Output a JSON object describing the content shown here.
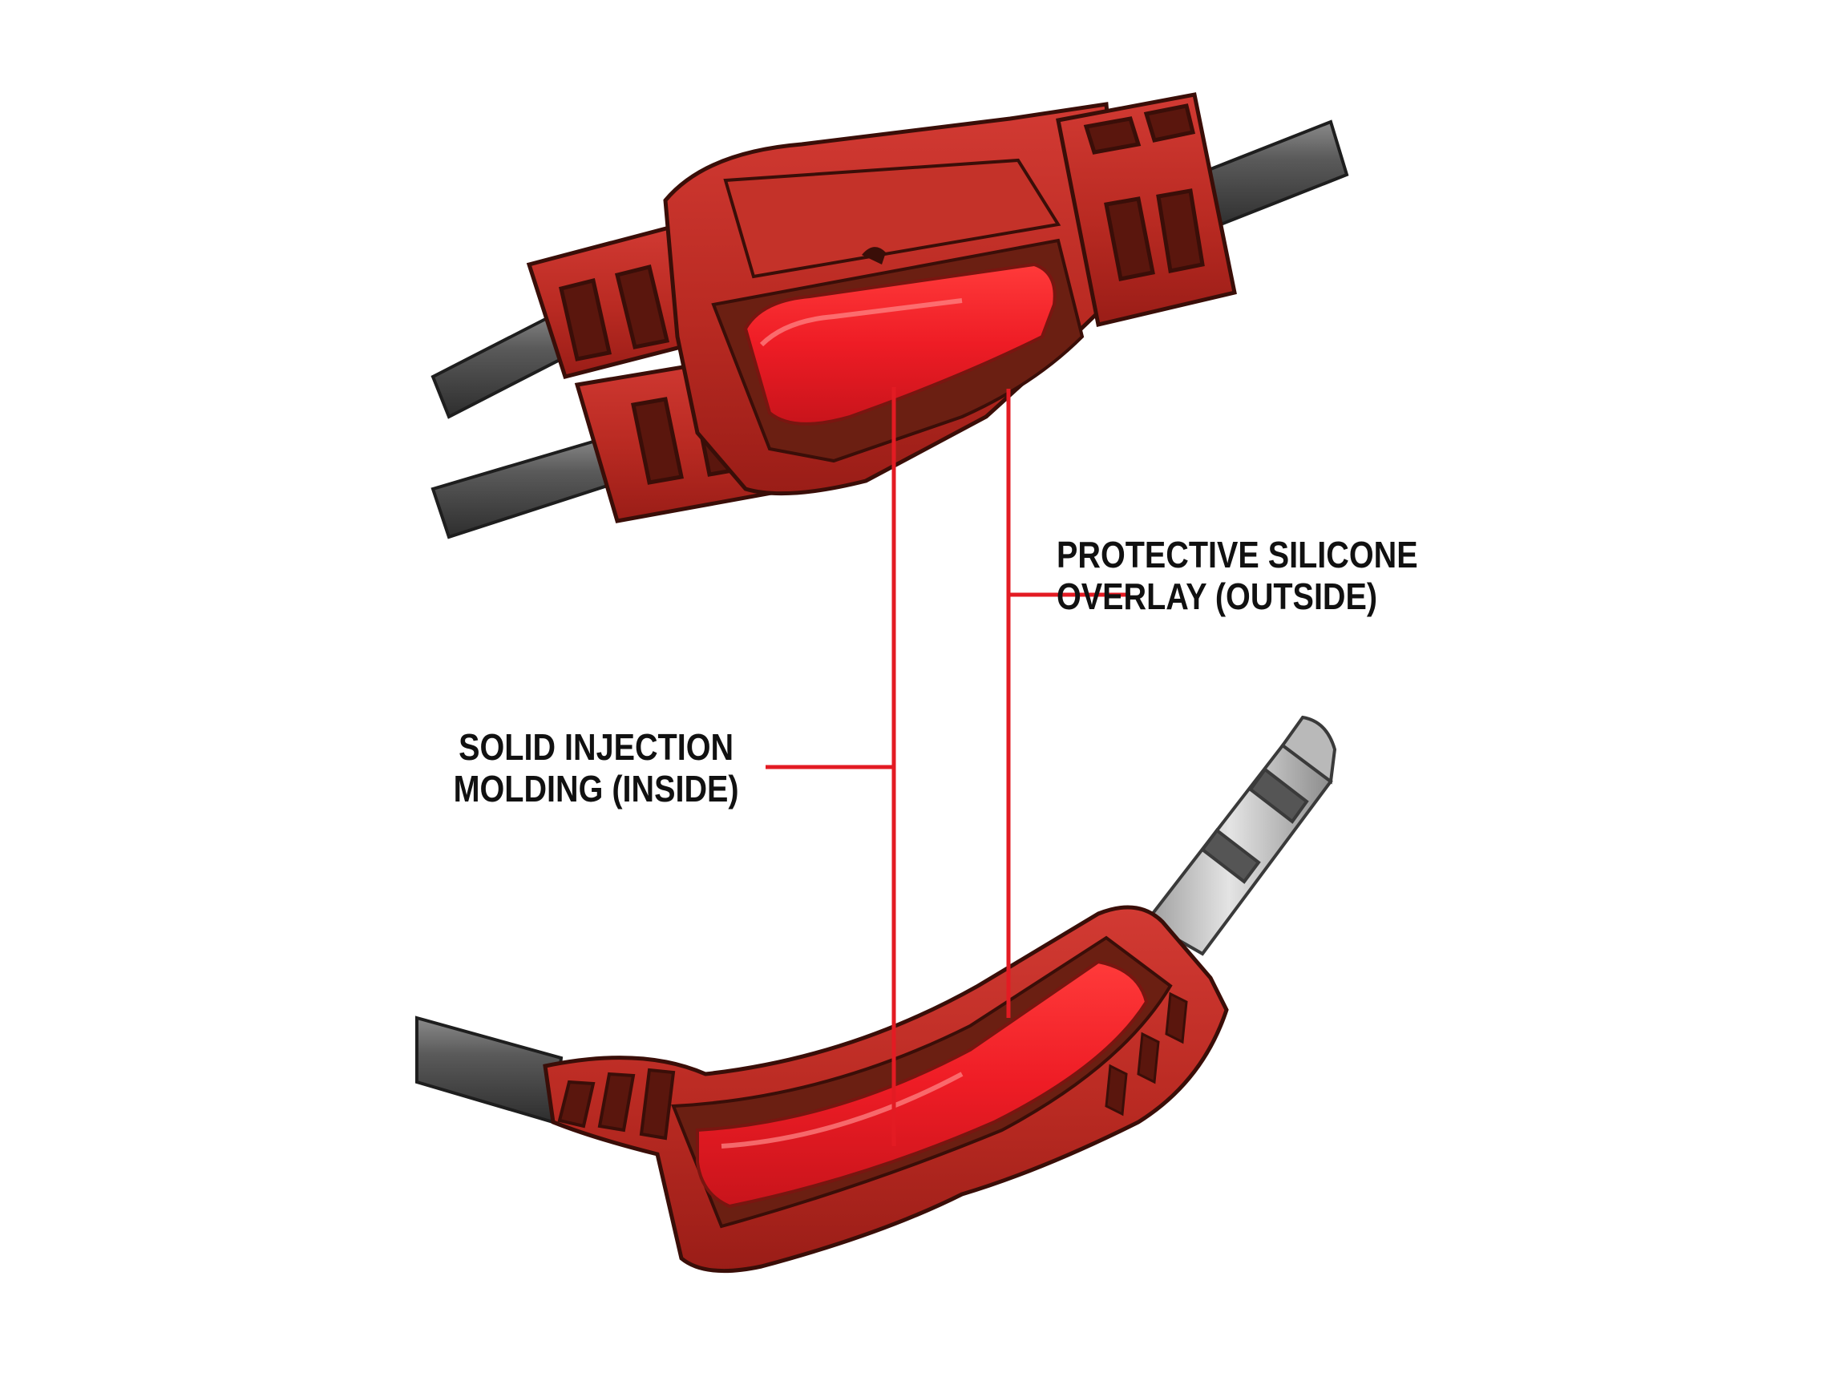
{
  "labels": {
    "outside": {
      "line1": "PROTECTIVE SILICONE",
      "line2": "OVERLAY (OUTSIDE)"
    },
    "inside": {
      "line1": "SOLID INJECTION",
      "line2": "MOLDING (INSIDE)"
    }
  },
  "colors": {
    "leader_line": "#e31b23",
    "overlay_red": "#c0231f",
    "molding_red": "#ee1c25",
    "dark_brown": "#6b1f12",
    "cable_gray": "#4a4a4a",
    "metal_gray": "#c8c8c8"
  }
}
